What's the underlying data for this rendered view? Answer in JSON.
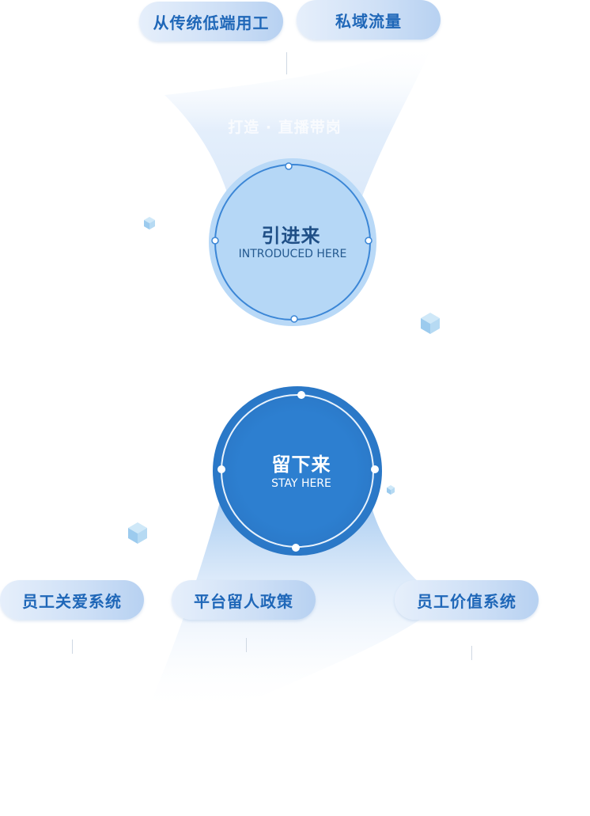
{
  "top_pills": [
    {
      "label": "从传统低端用工"
    },
    {
      "label": "私域流量"
    }
  ],
  "faded_caption": "打造 · 直播带岗",
  "stage1": {
    "title": "引进来",
    "subtitle": "INTRODUCED HERE"
  },
  "stage2": {
    "title": "留下来",
    "subtitle": "STAY HERE"
  },
  "bottom_pills": [
    {
      "label": "员工关爱系统"
    },
    {
      "label": "平台留人政策"
    },
    {
      "label": "员工价值系统"
    }
  ],
  "colors": {
    "stage1_fill": "#b5d7f6",
    "stage1_ring": "#3b86d6",
    "stage2_fill": "#2478cb",
    "pill_text": "#1f67b8",
    "cube": "#a9d3ef"
  }
}
